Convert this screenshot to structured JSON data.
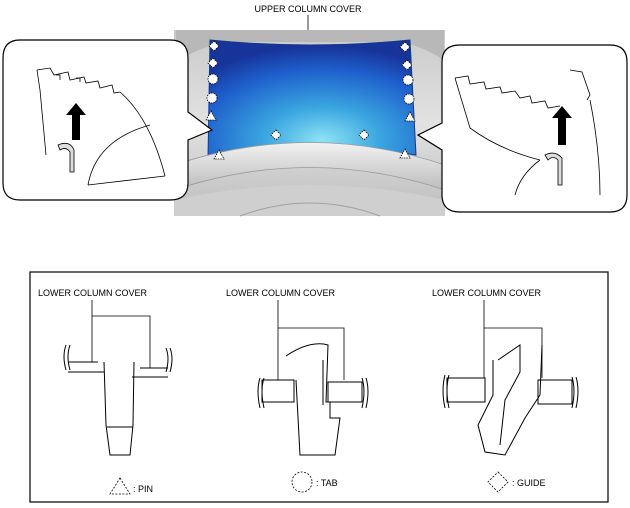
{
  "top": {
    "title": "UPPER COLUMN COVER"
  },
  "legend_panel": {
    "pin_section_title": "LOWER COLUMN COVER",
    "tab_section_title": "LOWER COLUMN COVER",
    "guide_section_title": "LOWER COLUMN COVER",
    "pin_symbol_text": ": PIN",
    "tab_symbol_text": ": TAB",
    "guide_symbol_text": ": GUIDE"
  },
  "colors": {
    "cover_dark": "#1e4fbf",
    "cover_light": "#6fd0ee",
    "plastic_gray": "#d6d6d6"
  }
}
